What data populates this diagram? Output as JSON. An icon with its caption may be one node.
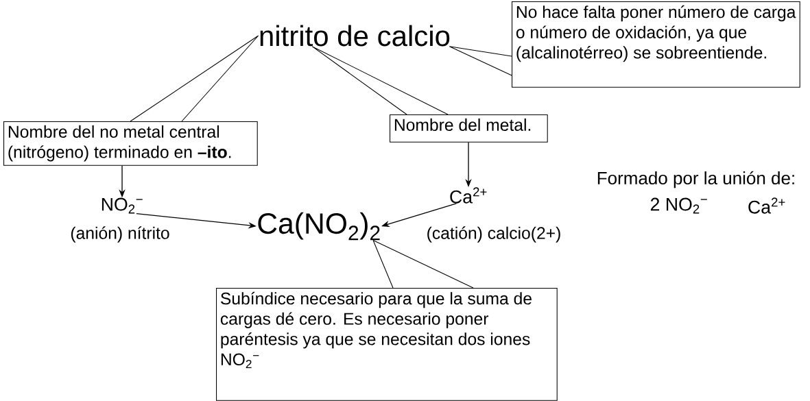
{
  "diagram": {
    "nodes": [
      {
        "text": [
          "nitrito de calcio"
        ]
      },
      {
        "text": [
          "No hace falta poner número de carga o número de oxidación, ya que (alcalinotérreo) se sobreentiende."
        ]
      },
      {
        "text": [
          "Nombre del no metal central (nitrógeno) terminado en **–ito**."
        ]
      },
      {
        "text": [
          "Nombre del metal."
        ]
      },
      {
        "text": [
          "NO$_{2}$$^{−}$"
        ],
        "beside": [
          "(anión) nítrito"
        ]
      },
      {
        "text": [
          "Ca$^{2+}$"
        ],
        "beside": [
          "(catión) calcio(2+)"
        ]
      },
      {
        "text": [
          "Ca(NO$_{2}$)$_{2}$"
        ]
      },
      {
        "text": [
          "Subíndice necesario para que la suma de cargas dé cero. Es necesario poner paréntesis ya que se necesitan dos iones NO$_{2}$$^{−}$"
        ]
      }
    ],
    "edges": [
      {
        "from": 2,
        "to": 0,
        "arrow": "none"
      },
      {
        "from": 3,
        "to": 0,
        "arrow": "none"
      },
      {
        "from": 1,
        "to": 0,
        "arrow": "none"
      },
      {
        "from": 2,
        "to": 4,
        "arrow": "to"
      },
      {
        "from": 3,
        "to": 5,
        "arrow": "to"
      },
      {
        "from": 4,
        "to": 6,
        "arrow": "to"
      },
      {
        "from": 5,
        "to": 6,
        "arrow": "to"
      },
      {
        "from": 7,
        "to": 6,
        "arrow": "none"
      }
    ],
    "labels": [
      "Formado por la unión de:",
      "2 NO$_{2}$$^{−}$",
      "Ca$^{2+}$"
    ]
  }
}
